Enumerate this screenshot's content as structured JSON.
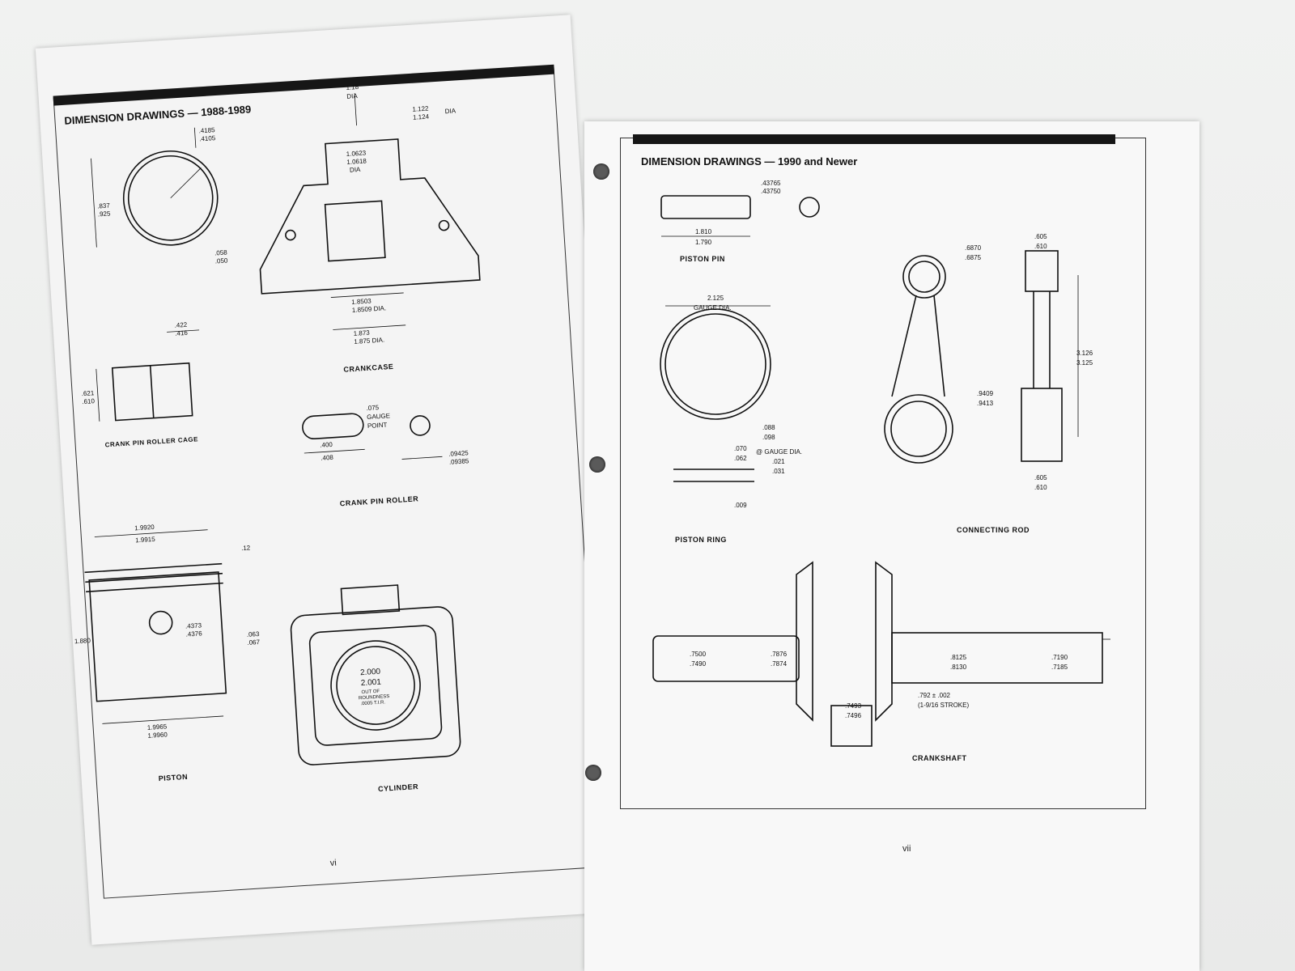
{
  "left": {
    "title": "DIMENSION DRAWINGS — 1988-1989",
    "page_number": "vi",
    "ring": {
      "top": [
        ".4185",
        ".4105"
      ],
      "mid": [
        ".837",
        ".925"
      ],
      "gap": [
        ".058",
        ".050"
      ]
    },
    "cage": {
      "label": "CRANK PIN ROLLER CAGE",
      "width": [
        ".422",
        ".416"
      ],
      "height": [
        ".621",
        ".610"
      ]
    },
    "crankcase": {
      "label": "CRANKCASE",
      "top": "1.18",
      "top_dia": "DIA",
      "right": [
        "1.122",
        "1.124"
      ],
      "right_dia": "DIA",
      "mid": [
        "1.0623",
        "1.0618"
      ],
      "mid_dia": "DIA",
      "low": [
        "1.8503",
        "1.8509 DIA."
      ],
      "bot": [
        "1.873",
        "1.875 DIA."
      ]
    },
    "roller": {
      "label": "CRANK PIN ROLLER",
      "gauge": [
        ".075",
        "GAUGE",
        "POINT"
      ],
      "len": [
        ".400",
        ".408"
      ],
      "dia": [
        ".09425",
        ".09385"
      ]
    },
    "piston": {
      "label": "PISTON",
      "top": [
        "1.9920",
        "1.9915"
      ],
      "side": "1.880",
      "ring": ".12",
      "pin": [
        ".4373",
        ".4376"
      ],
      "groove": [
        ".063",
        ".067"
      ],
      "bot": [
        "1.9965",
        "1.9960"
      ]
    },
    "cylinder": {
      "label": "CYLINDER",
      "bore": [
        "2.000",
        "2.001"
      ],
      "note": [
        "OUT OF",
        "ROUNDNESS",
        ".0005 T.I.R."
      ]
    }
  },
  "right": {
    "title": "DIMENSION DRAWINGS — 1990 and Newer",
    "page_number": "vii",
    "pin": {
      "label": "PISTON PIN",
      "dia": [
        ".43765",
        ".43750"
      ],
      "len": [
        "1.810",
        "1.790"
      ]
    },
    "ring": {
      "label": "PISTON RING",
      "gauge": [
        "2.125",
        "GAUGE DIA."
      ],
      "thick": [
        ".088",
        ".098"
      ],
      "gap": [
        ".070",
        ".062"
      ],
      "gap_note": "@ GAUGE DIA.",
      "end": [
        ".021",
        ".031"
      ],
      "tip": ".009"
    },
    "rod": {
      "label": "CONNECTING ROD",
      "small": [
        ".6870",
        ".6875"
      ],
      "big": [
        ".9409",
        ".9413"
      ],
      "top": [
        ".605",
        ".610"
      ],
      "len": [
        "3.126",
        "3.125"
      ],
      "bot": [
        ".605",
        ".610"
      ]
    },
    "crank": {
      "label": "CRANKSHAFT",
      "a": [
        ".7500",
        ".7490"
      ],
      "b": [
        ".7876",
        ".7874"
      ],
      "c": [
        ".8125",
        ".8130"
      ],
      "d": [
        ".7190",
        ".7185"
      ],
      "e": [
        ".7493",
        ".7496"
      ],
      "stroke": [
        ".792 ± .002",
        "(1-9/16 STROKE)"
      ]
    }
  }
}
